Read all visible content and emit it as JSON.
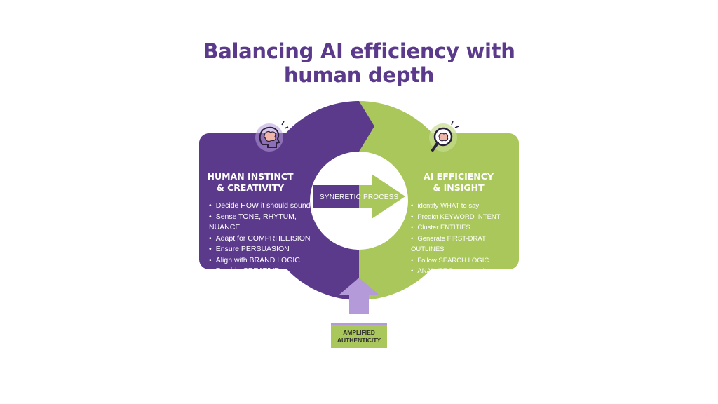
{
  "title": {
    "line1": "Balancing AI efficiency with",
    "line2": "human depth"
  },
  "colors": {
    "purple": "#5b3a8c",
    "green": "#a9c75a",
    "light_purple": "#b49ad8"
  },
  "left_panel": {
    "icon": "human-head-brain-icon",
    "title_line1": "HUMAN INSTINCT",
    "title_line2": "& CREATIVITY",
    "items": [
      "Decide HOW it should sound",
      "Sense TONE, RHYTUM, NUANCE",
      "Adapt for COMPRHEEISION",
      "Ensure PERSUASION",
      "Align with BRAND LOGIC",
      "Provide CREATIVE DIRECTION"
    ]
  },
  "right_panel": {
    "icon": "magnifier-brain-icon",
    "title_line1": "AI EFFICIENCY",
    "title_line2": "& INSIGHT",
    "items": [
      "identify WHAT to say",
      "Predict KEYWORD INTENT",
      "Cluster ENTITIES",
      "Generate FIRST-DRAT OUTLINES",
      "Follow SEARCH LOGIC",
      "ANALYZE Data at scale"
    ]
  },
  "center": {
    "arrow_label": "SYNERETIC PROCESS"
  },
  "bottom": {
    "line1": "AMPLIFIED",
    "line2": "AUTHENTICITY"
  }
}
